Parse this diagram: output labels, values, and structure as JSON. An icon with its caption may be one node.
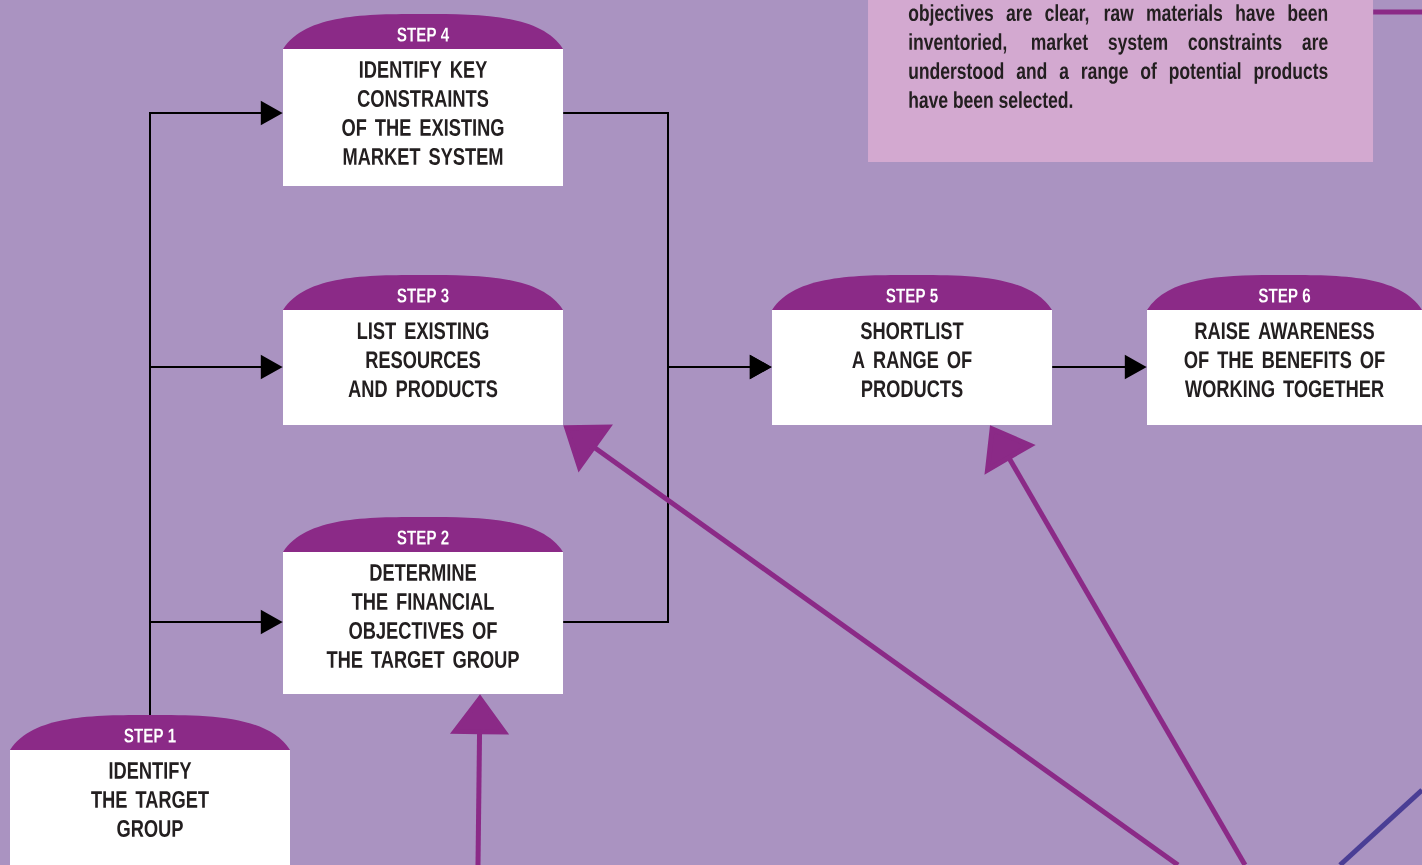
{
  "diagram": {
    "nodes": [
      {
        "text": [
          "objectives are clear, raw materials have been inventoried, market system constraints are understood and a range of potential products have been selected."
        ]
      },
      {
        "text": [
          "STEP 1",
          "IDENTIFY THE TARGET GROUP"
        ]
      },
      {
        "text": [
          "STEP 2",
          "DETERMINE THE FINANCIAL OBJECTIVES OF THE TARGET GROUP"
        ]
      },
      {
        "text": [
          "STEP 3",
          "LIST EXISTING RESOURCES AND PRODUCTS"
        ]
      },
      {
        "text": [
          "STEP 4",
          "IDENTIFY KEY CONSTRAINTS OF THE EXISTING MARKET SYSTEM"
        ]
      },
      {
        "text": [
          "STEP 5",
          "SHORTLIST A RANGE OF PRODUCTS"
        ]
      },
      {
        "text": [
          "STEP 6",
          "RAISE AWARENESS OF THE BENEFITS OF WORKING TOGETHER"
        ]
      }
    ],
    "edges": [
      {
        "from": 1,
        "to": 4,
        "arrow": "to"
      },
      {
        "from": 1,
        "to": 3,
        "arrow": "to"
      },
      {
        "from": 1,
        "to": 2,
        "arrow": "to"
      },
      {
        "from": 4,
        "to": 5,
        "arrow": "to"
      },
      {
        "from": 2,
        "to": 5,
        "arrow": "to"
      },
      {
        "from": 5,
        "to": 6,
        "arrow": "to"
      },
      {
        "from": null,
        "to": 2,
        "arrow": "to",
        "style": "thick",
        "color": "#8b2a87"
      },
      {
        "from": null,
        "to": 3,
        "arrow": "to",
        "style": "thick",
        "color": "#8b2a87"
      },
      {
        "from": null,
        "to": 5,
        "arrow": "to",
        "style": "thick",
        "color": "#8b2a87"
      },
      {
        "from": 0,
        "to": null,
        "arrow": "none",
        "style": "thick",
        "color": "#8b2a87"
      }
    ]
  }
}
